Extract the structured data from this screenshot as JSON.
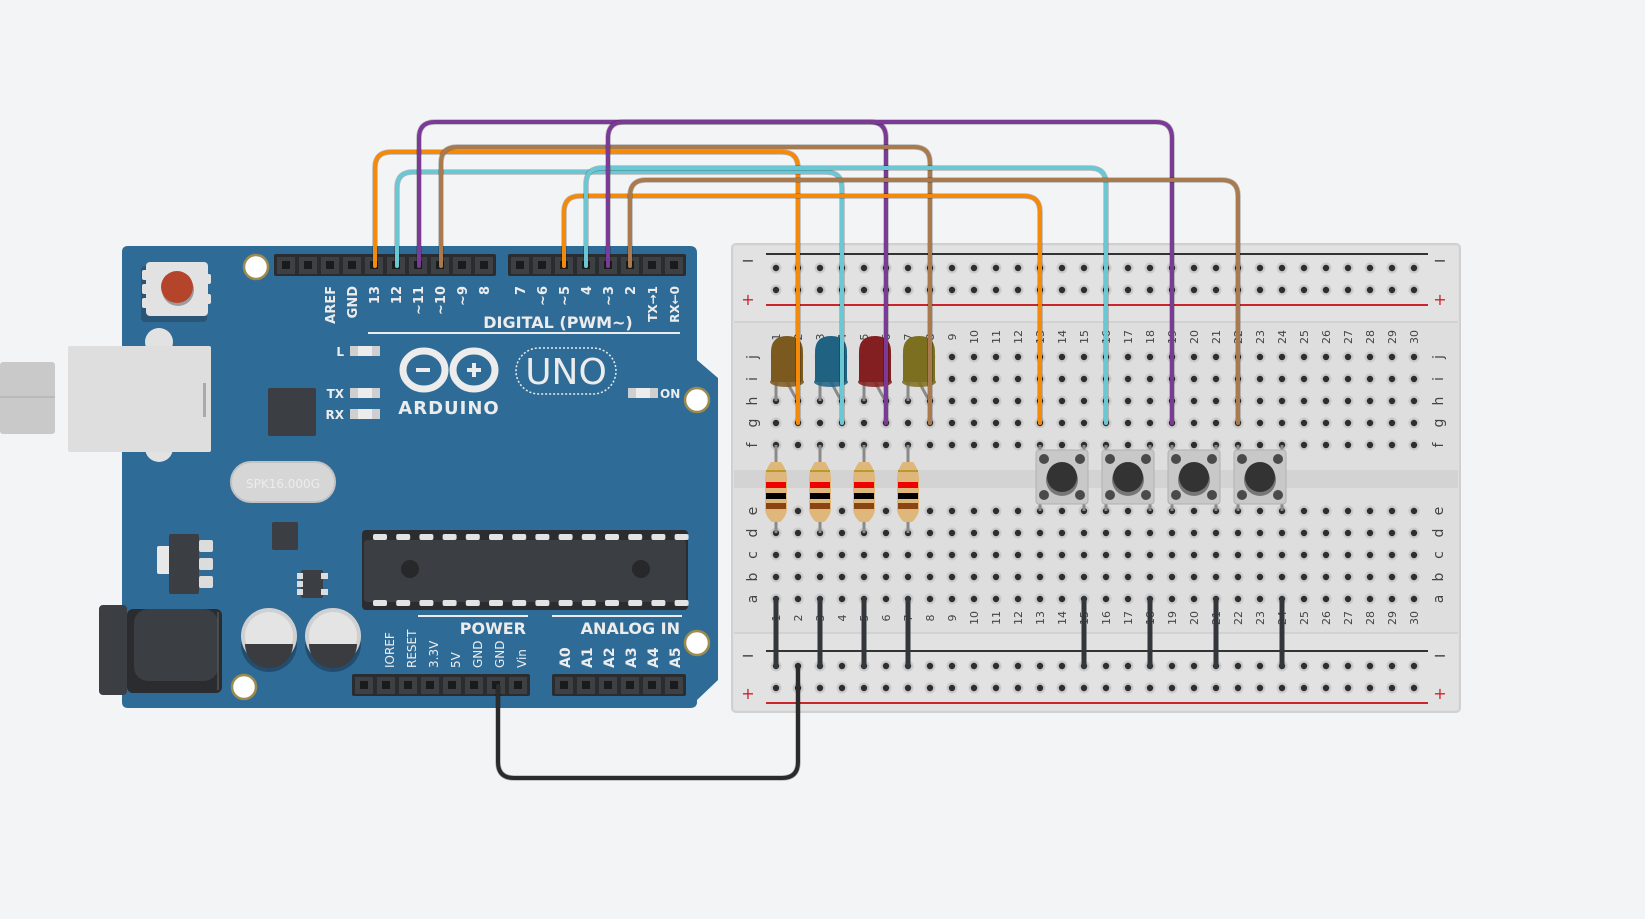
{
  "canvas": {
    "background": "#f3f4f6"
  },
  "arduino": {
    "board_color": "#2f6b97",
    "logo_text": "ARDUINO",
    "model_text": "UNO",
    "crystal_text": "SPK16.000G",
    "digital_header_title": "DIGITAL (PWM~)",
    "power_header_title": "POWER",
    "analog_header_title": "ANALOG IN",
    "led_labels": {
      "l": "L",
      "tx": "TX",
      "rx": "RX",
      "on": "ON"
    },
    "digital_pins_left": [
      "AREF",
      "GND",
      "13",
      "12",
      "~11",
      "~10",
      "~9",
      "8"
    ],
    "digital_pins_right": [
      "7",
      "~6",
      "~5",
      "4",
      "~3",
      "2",
      "TX→1",
      "RX←0"
    ],
    "power_pins": [
      "IOREF",
      "RESET",
      "3.3V",
      "5V",
      "GND",
      "GND",
      "Vin"
    ],
    "analog_pins": [
      "A0",
      "A1",
      "A2",
      "A3",
      "A4",
      "A5"
    ]
  },
  "breadboard": {
    "columns": 30,
    "rows_top": [
      "j",
      "i",
      "h",
      "g",
      "f"
    ],
    "rows_bottom": [
      "e",
      "d",
      "c",
      "b",
      "a"
    ],
    "rail_minus_label": "−",
    "rail_plus_label": "+",
    "rail_minus_color": "#333333",
    "rail_plus_color": "#c8252c"
  },
  "leds": [
    {
      "name": "led-orange",
      "color": "#7c5a1f",
      "column": 1
    },
    {
      "name": "led-blue",
      "color": "#1f6282",
      "column": 3
    },
    {
      "name": "led-red",
      "color": "#831f20",
      "column": 5
    },
    {
      "name": "led-yellow",
      "color": "#7c6f1f",
      "column": 7
    }
  ],
  "resistors": [
    {
      "column": 1,
      "bands": [
        "#f00000",
        "#000000",
        "#8b4513"
      ]
    },
    {
      "column": 3,
      "bands": [
        "#f00000",
        "#000000",
        "#8b4513"
      ]
    },
    {
      "column": 5,
      "bands": [
        "#f00000",
        "#000000",
        "#8b4513"
      ]
    },
    {
      "column": 7,
      "bands": [
        "#f00000",
        "#000000",
        "#8b4513"
      ]
    }
  ],
  "pushbuttons": [
    {
      "columns": [
        13,
        15
      ]
    },
    {
      "columns": [
        16,
        18
      ]
    },
    {
      "columns": [
        19,
        21
      ]
    },
    {
      "columns": [
        22,
        24
      ]
    }
  ],
  "wires": [
    {
      "name": "wire-pin13",
      "color": "#f5890a",
      "from_pin": "13",
      "to_column": 2,
      "to_row": "g",
      "level": 2
    },
    {
      "name": "wire-pin12",
      "color": "#6ac7d3",
      "from_pin": "12",
      "to_column": 4,
      "to_row": "g",
      "level": 4
    },
    {
      "name": "wire-pin11",
      "color": "#7b3a95",
      "from_pin": "~11",
      "to_column": 6,
      "to_row": "g",
      "level": 0
    },
    {
      "name": "wire-pin10",
      "color": "#a87a4e",
      "from_pin": "~10",
      "to_column": 8,
      "to_row": "g",
      "level": 1
    },
    {
      "name": "wire-pin5",
      "color": "#f5890a",
      "from_pin": "~5",
      "to_column": 13,
      "to_row": "g",
      "level": 6
    },
    {
      "name": "wire-pin4",
      "color": "#6ac7d3",
      "from_pin": "4",
      "to_column": 16,
      "to_row": "g",
      "level": 3
    },
    {
      "name": "wire-pin3",
      "color": "#7b3a95",
      "from_pin": "~3",
      "to_column": 19,
      "to_row": "g",
      "level": 0
    },
    {
      "name": "wire-pin2",
      "color": "#a87a4e",
      "from_pin": "2",
      "to_column": 22,
      "to_row": "g",
      "level": 5
    },
    {
      "name": "wire-gnd",
      "color": "#2b2b2b",
      "from_pin": "GND",
      "to_column": 2,
      "to_row": "minus-rail-bottom",
      "level": 0
    }
  ],
  "ground_jumpers": [
    1,
    3,
    5,
    7,
    15,
    18,
    21,
    24
  ]
}
